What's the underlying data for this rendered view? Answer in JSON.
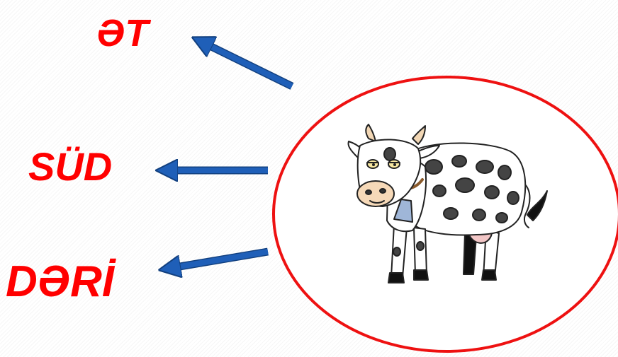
{
  "labels": {
    "meat": "ƏT",
    "milk": "SÜD",
    "leather": "DƏRİ"
  },
  "colors": {
    "label_text": "#ff0000",
    "arrow": "#1f5fb8",
    "arrow_outline": "#12407f",
    "circle_border": "#ee1111"
  },
  "icons": [
    "cow-icon",
    "arrow-left-icon"
  ]
}
